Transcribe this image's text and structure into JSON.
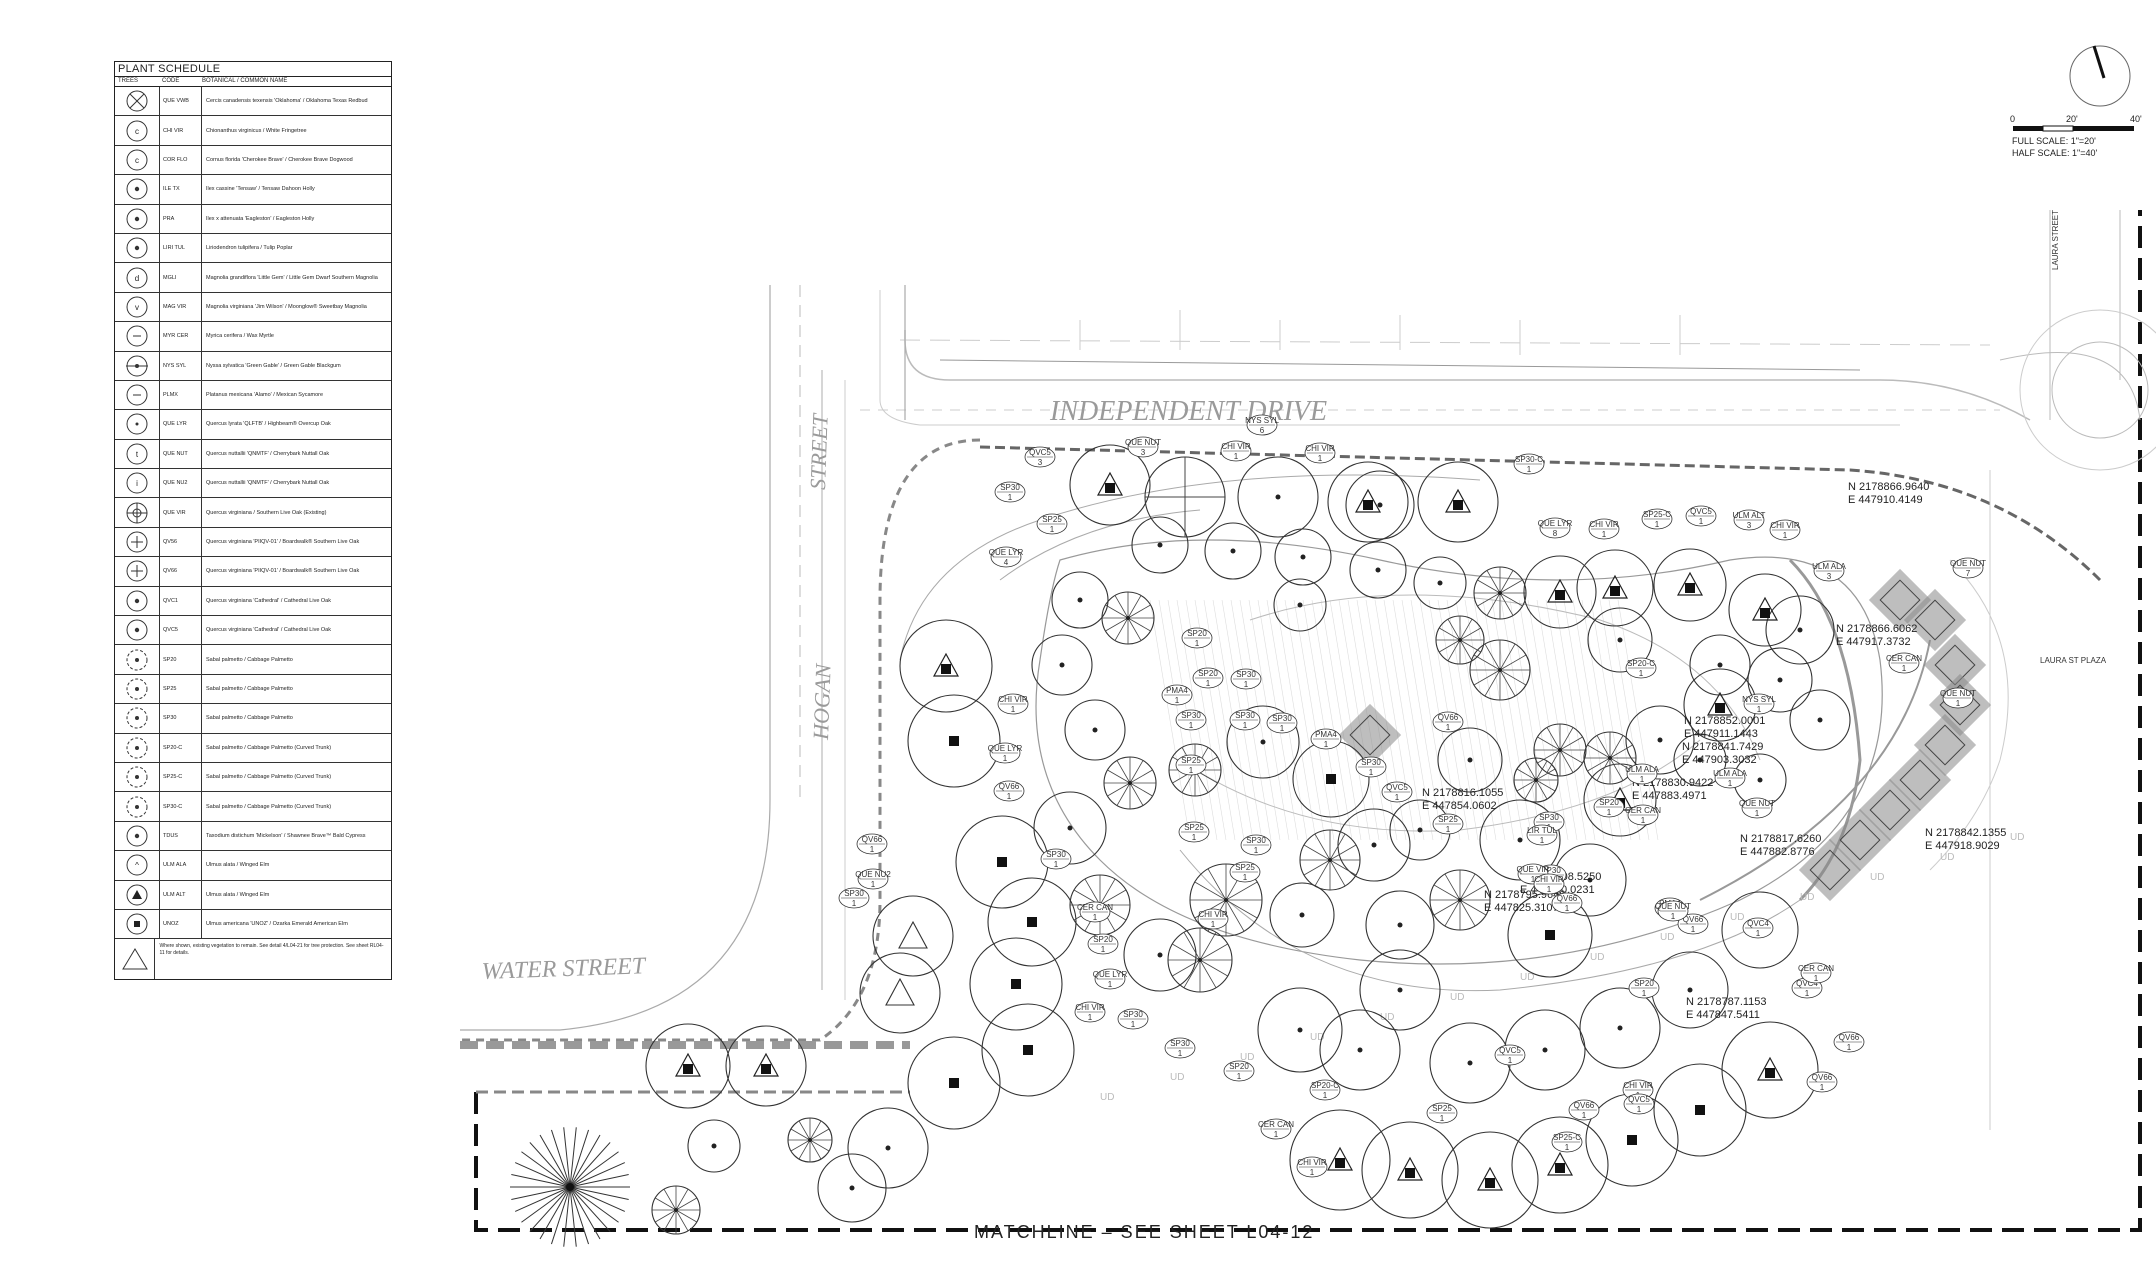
{
  "schedule": {
    "title": "PLANT SCHEDULE",
    "headers": [
      "TREES",
      "CODE",
      "BOTANICAL / COMMON NAME"
    ],
    "rows": [
      {
        "code": "QUE VWB",
        "name": "Cercis canadensis texensis 'Oklahoma' / Oklahoma Texas Redbud",
        "symbol": "x-circle"
      },
      {
        "code": "CHI VIR",
        "name": "Chionanthus virginicus / White Fringetree",
        "symbol": "c-circle"
      },
      {
        "code": "COR FLO",
        "name": "Cornus florida 'Cherokee Brave' / Cherokee Brave Dogwood",
        "symbol": "c-circle"
      },
      {
        "code": "ILE TX",
        "name": "Ilex cassine 'Tensaw' / Tensaw Dahoon Holly",
        "symbol": "dot-circle"
      },
      {
        "code": "PRA",
        "name": "Ilex x attenuata 'Eagleston' / Eagleston Holly",
        "symbol": "dot-circle"
      },
      {
        "code": "LIRI TUL",
        "name": "Liriodendron tulipifera / Tulip Poplar",
        "symbol": "dot-circle"
      },
      {
        "code": "MGLI",
        "name": "Magnolia grandiflora 'Little Gem' / Little Gem Dwarf Southern Magnolia",
        "symbol": "d-circle"
      },
      {
        "code": "MAG VIR",
        "name": "Magnolia virginiana 'Jim Wilson' / Moonglow® Sweetbay Magnolia",
        "symbol": "v-circle"
      },
      {
        "code": "MYR CER",
        "name": "Myrica cerifera / Wax Myrtle",
        "symbol": "dash-circle"
      },
      {
        "code": "NYS SYL",
        "name": "Nyssa sylvatica 'Green Gable' / Green Gable Blackgum",
        "symbol": "h-circle"
      },
      {
        "code": "PLMX",
        "name": "Platanus mexicana 'Alamo' / Mexican Sycamore",
        "symbol": "dash-circle"
      },
      {
        "code": "QUE LYR",
        "name": "Quercus lyrata 'QLFTB' / Highbeam® Overcup Oak",
        "symbol": "small-circle"
      },
      {
        "code": "QUE NUT",
        "name": "Quercus nuttallii 'QNMTF' / Cherrybark Nuttall Oak",
        "symbol": "t-circle"
      },
      {
        "code": "QUE NU2",
        "name": "Quercus nuttallii 'QNMTF' / Cherrybark Nuttall Oak",
        "symbol": "i-circle"
      },
      {
        "code": "QUE VIR",
        "name": "Quercus virginiana / Southern Live Oak (Existing)",
        "symbol": "cross-circle"
      },
      {
        "code": "QV56",
        "name": "Quercus virginiana 'PIIQV-01' / Boardwalk® Southern Live Oak",
        "symbol": "plus-circle"
      },
      {
        "code": "QV66",
        "name": "Quercus virginiana 'PIIQV-01' / Boardwalk® Southern Live Oak",
        "symbol": "plus-circle"
      },
      {
        "code": "QVC1",
        "name": "Quercus virginiana 'Cathedral' / Cathedral Live Oak",
        "symbol": "dot-circle"
      },
      {
        "code": "QVC5",
        "name": "Quercus virginiana 'Cathedral' / Cathedral Live Oak",
        "symbol": "dot-circle"
      },
      {
        "code": "SP20",
        "name": "Sabal palmetto / Cabbage Palmetto",
        "symbol": "palm"
      },
      {
        "code": "SP25",
        "name": "Sabal palmetto / Cabbage Palmetto",
        "symbol": "palm"
      },
      {
        "code": "SP30",
        "name": "Sabal palmetto / Cabbage Palmetto",
        "symbol": "palm"
      },
      {
        "code": "SP20-C",
        "name": "Sabal palmetto / Cabbage Palmetto (Curved Trunk)",
        "symbol": "palm"
      },
      {
        "code": "SP25-C",
        "name": "Sabal palmetto / Cabbage Palmetto (Curved Trunk)",
        "symbol": "palm"
      },
      {
        "code": "SP30-C",
        "name": "Sabal palmetto / Cabbage Palmetto (Curved Trunk)",
        "symbol": "palm"
      },
      {
        "code": "TDUS",
        "name": "Taxodium distichum 'Mickelson' / Shawnee Brave™ Bald Cypress",
        "symbol": "dot-circle"
      },
      {
        "code": "ULM ALA",
        "name": "Ulmus alata / Winged Elm",
        "symbol": "a-circle"
      },
      {
        "code": "ULM ALT",
        "name": "Ulmus alata / Winged Elm",
        "symbol": "triangle-circle"
      },
      {
        "code": "UNOZ",
        "name": "Ulmus americana 'UNOZ' / Ozarka Emerald American Elm",
        "symbol": "square-circle"
      }
    ],
    "note": "Where shown, existing vegetation to remain. See detail 4/L04-21 for tree protection. See sheet RL04-11 for details."
  },
  "scale": {
    "zero": "0",
    "mid": "20'",
    "end": "40'",
    "full": "FULL SCALE: 1\"=20'",
    "half": "HALF SCALE: 1\"=40'"
  },
  "streets": {
    "independent": "INDEPENDENT DRIVE",
    "hogan": "HOGAN",
    "street": "STREET",
    "water": "WATER STREET",
    "laura_plaza": "LAURA ST PLAZA",
    "laura_street": "LAURA STREET"
  },
  "coordinates": [
    {
      "n": "N 2178866.9640",
      "e": "E 447910.4149"
    },
    {
      "n": "N 2178866.6062",
      "e": "E 447917.3732"
    },
    {
      "n": "N 2178852.0001",
      "e": "E 447911.1443"
    },
    {
      "n": "N 2178841.7429",
      "e": "E 447903.3032"
    },
    {
      "n": "N 2178830.9422",
      "e": "E 447883.4971"
    },
    {
      "n": "N 2178816.1055",
      "e": "E 447854.0602"
    },
    {
      "n": "N 2178817.6260",
      "e": "E 447882.8776"
    },
    {
      "n": "N 2178842.1355",
      "e": "E 447918.9029"
    },
    {
      "n": "N 2178808.5250",
      "e": "E 447840.0231"
    },
    {
      "n": "N 2178795.9646",
      "e": "E 447825.3107"
    },
    {
      "n": "N 2178787.1153",
      "e": "E 447847.5411"
    }
  ],
  "tags": [
    {
      "code": "QVC5",
      "qty": "3"
    },
    {
      "code": "QUE NUT",
      "qty": "3"
    },
    {
      "code": "CHI VIR",
      "qty": "1"
    },
    {
      "code": "CHI VIR",
      "qty": "1"
    },
    {
      "code": "NYS SYL",
      "qty": "6"
    },
    {
      "code": "SP30",
      "qty": "1"
    },
    {
      "code": "SP25",
      "qty": "1"
    },
    {
      "code": "QUE LYR",
      "qty": "4"
    },
    {
      "code": "SP30-C",
      "qty": "1"
    },
    {
      "code": "QUE LYR",
      "qty": "8"
    },
    {
      "code": "CHI VIR",
      "qty": "1"
    },
    {
      "code": "SP25-C",
      "qty": "1"
    },
    {
      "code": "QVC5",
      "qty": "1"
    },
    {
      "code": "ULM ALT",
      "qty": "3"
    },
    {
      "code": "CHI VIR",
      "qty": "1"
    },
    {
      "code": "ULM ALA",
      "qty": "3"
    },
    {
      "code": "QUE NUT",
      "qty": "7"
    },
    {
      "code": "SP20",
      "qty": "1"
    },
    {
      "code": "SP20",
      "qty": "1"
    },
    {
      "code": "SP30",
      "qty": "1"
    },
    {
      "code": "PMA4",
      "qty": "1"
    },
    {
      "code": "SP30",
      "qty": "1"
    },
    {
      "code": "SP25",
      "qty": "1"
    },
    {
      "code": "SP30",
      "qty": "1"
    },
    {
      "code": "SP30",
      "qty": "1"
    },
    {
      "code": "PMA4",
      "qty": "1"
    },
    {
      "code": "QV66",
      "qty": "1"
    },
    {
      "code": "SP30",
      "qty": "1"
    },
    {
      "code": "SP20-C",
      "qty": "1"
    },
    {
      "code": "CER CAN",
      "qty": "1"
    },
    {
      "code": "QUE NUT",
      "qty": "1"
    },
    {
      "code": "QVC5",
      "qty": "1"
    },
    {
      "code": "SP25",
      "qty": "1"
    },
    {
      "code": "CHI VIR",
      "qty": "1"
    },
    {
      "code": "QV66",
      "qty": "1"
    },
    {
      "code": "QV66",
      "qty": "1"
    },
    {
      "code": "QUE NU2",
      "qty": "1"
    },
    {
      "code": "SP30",
      "qty": "1"
    },
    {
      "code": "SP25",
      "qty": "1"
    },
    {
      "code": "SP30",
      "qty": "1"
    },
    {
      "code": "CHI VIR",
      "qty": "1"
    },
    {
      "code": "SP25",
      "qty": "1"
    },
    {
      "code": "SP30",
      "qty": "1"
    },
    {
      "code": "QUE LYR",
      "qty": "1"
    },
    {
      "code": "CER CAN",
      "qty": "1"
    },
    {
      "code": "SP20",
      "qty": "1"
    },
    {
      "code": "QUE LYR",
      "qty": "1"
    },
    {
      "code": "CHI VIR",
      "qty": "1"
    },
    {
      "code": "SP30",
      "qty": "1"
    },
    {
      "code": "SP30",
      "qty": "1"
    },
    {
      "code": "SP20",
      "qty": "1"
    },
    {
      "code": "CER CAN",
      "qty": "1"
    },
    {
      "code": "SP20-C",
      "qty": "1"
    },
    {
      "code": "CHI VIR",
      "qty": "1"
    },
    {
      "code": "SP25-C",
      "qty": "1"
    },
    {
      "code": "SP25",
      "qty": "1"
    },
    {
      "code": "SP30",
      "qty": "1"
    },
    {
      "code": "SP20",
      "qty": "1"
    },
    {
      "code": "ULM ALA",
      "qty": "1"
    },
    {
      "code": "NYS SYL",
      "qty": "1"
    },
    {
      "code": "QUE NUT",
      "qty": "1"
    },
    {
      "code": "CER CAN",
      "qty": "1"
    },
    {
      "code": "PMA4",
      "qty": "1"
    },
    {
      "code": "QVC4",
      "qty": "1"
    },
    {
      "code": "QVC4",
      "qty": "1"
    },
    {
      "code": "QV66",
      "qty": "1"
    },
    {
      "code": "CHI VIR",
      "qty": "1"
    },
    {
      "code": "LIR TUL",
      "qty": "1"
    },
    {
      "code": "SP30",
      "qty": "1"
    },
    {
      "code": "QV66",
      "qty": "1"
    },
    {
      "code": "QV66",
      "qty": "1"
    },
    {
      "code": "SP20",
      "qty": "1"
    },
    {
      "code": "QUE VIR",
      "qty": "1"
    },
    {
      "code": "CHI VIR",
      "qty": "1"
    },
    {
      "code": "QVC5",
      "qty": "1"
    },
    {
      "code": "QV66",
      "qty": "1"
    },
    {
      "code": "QVC5",
      "qty": "1"
    },
    {
      "code": "CER CAN",
      "qty": "1"
    },
    {
      "code": "QUE NUT",
      "qty": "1"
    },
    {
      "code": "ULM ALA",
      "qty": "1"
    },
    {
      "code": "QV66",
      "qty": "1"
    }
  ],
  "matchline": "MATCHLINE – SEE SHEET L04-12"
}
